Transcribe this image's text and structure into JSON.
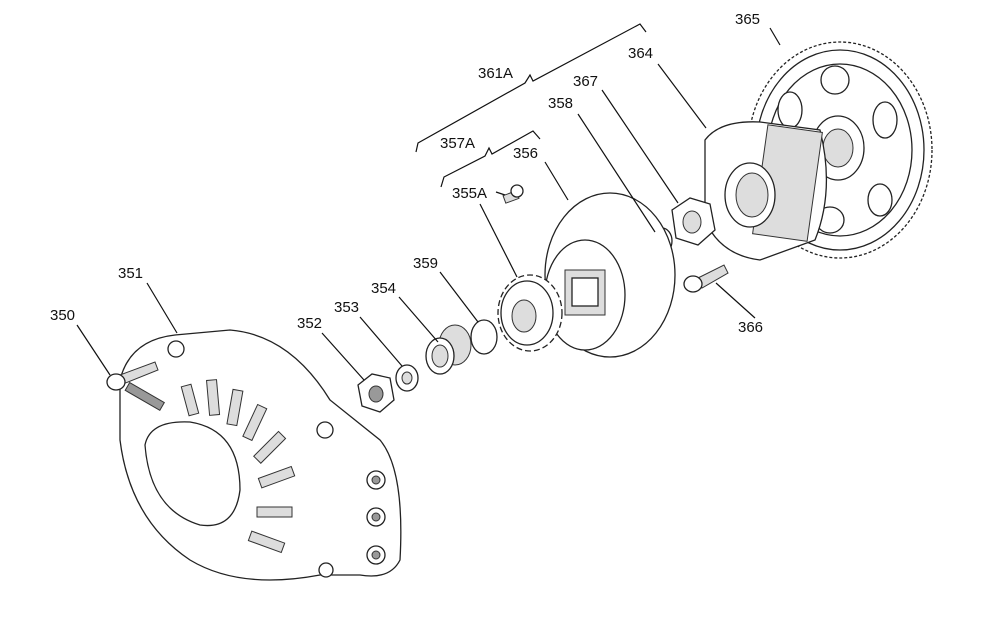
{
  "diagram": {
    "labels": {
      "p350": "350",
      "p351": "351",
      "p352": "352",
      "p353": "353",
      "p354": "354",
      "p355A": "355A",
      "p356": "356",
      "p357A": "357A",
      "p358": "358",
      "p359": "359",
      "p361A": "361A",
      "p364": "364",
      "p365": "365",
      "p366": "366",
      "p367": "367"
    }
  }
}
